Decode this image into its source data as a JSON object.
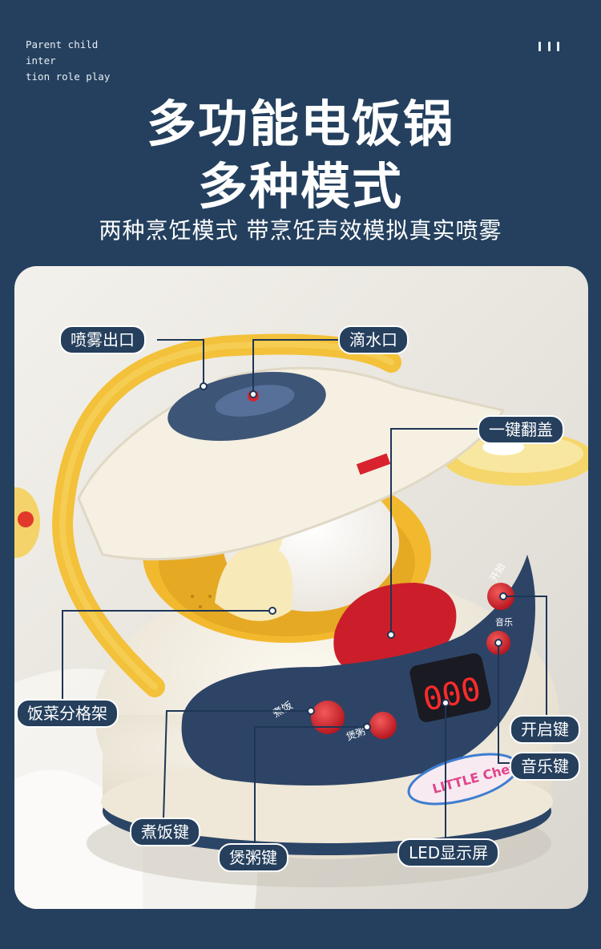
{
  "header": {
    "tag_line1": "Parent child inter",
    "tag_line2": "tion role play",
    "title_line1": "多功能电饭锅",
    "title_line2": "多种模式",
    "subtitle": "两种烹饪模式 带烹饪声效模拟真实喷雾"
  },
  "product": {
    "display_digits": "000",
    "panel_text_top_right": "开始",
    "panel_text_mid_right": "音乐",
    "panel_text_left": "煮饭",
    "panel_text_mid": "煲粥",
    "brand_text": "LITTLE Chef"
  },
  "callouts": {
    "spray_outlet": "喷雾出口",
    "drip_outlet": "滴水口",
    "flip_lid": "一键翻盖",
    "steamer_rack": "饭菜分格架",
    "start_key": "开启键",
    "music_key": "音乐键",
    "cook_rice_key": "煮饭键",
    "porridge_key": "煲粥键",
    "led_screen": "LED显示屏"
  },
  "colors": {
    "background": "#24405e",
    "label_bg": "#253f5d",
    "handle": "#f4c43a",
    "button_red": "#d8232f",
    "body_cream": "#f6f1e4",
    "panel_navy": "#2d4466"
  }
}
